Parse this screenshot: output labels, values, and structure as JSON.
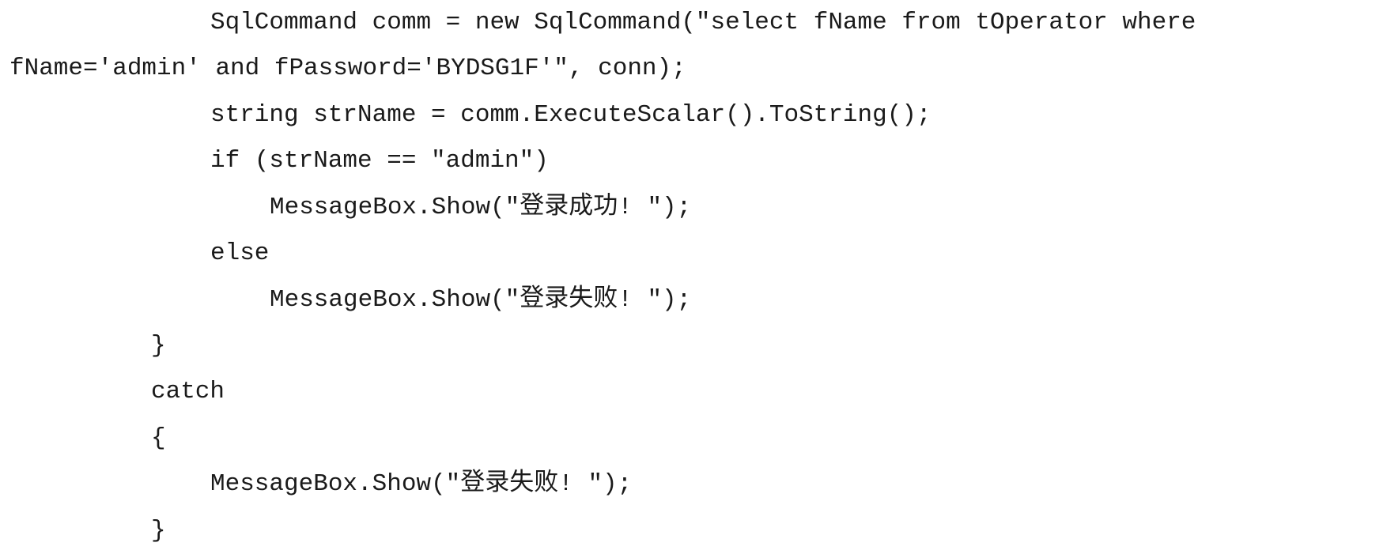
{
  "code": {
    "lines": [
      "SqlCommand comm = new SqlCommand(\"select fName from tOperator where",
      "fName='admin' and fPassword='BYDSG1F'\", conn);",
      "string strName = comm.ExecuteScalar().ToString();",
      "if (strName == \"admin\")",
      "MessageBox.Show(\"登录成功! \");",
      "else",
      "MessageBox.Show(\"登录失败! \");",
      "}",
      "catch",
      "{",
      "MessageBox.Show(\"登录失败! \");",
      "}"
    ]
  }
}
